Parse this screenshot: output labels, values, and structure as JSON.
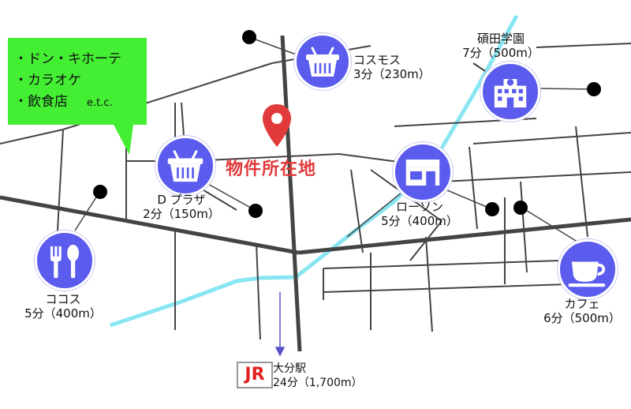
{
  "colors": {
    "road": "#444444",
    "river": "#88e6f2",
    "poi_circle": "#5b5bee",
    "property_pin": "#e23a3a",
    "callout": "#44ee33",
    "jr_text": "#e02020"
  },
  "property": {
    "label": "物件所在地",
    "icon": "map-pin-icon"
  },
  "callout": {
    "lines": [
      "・ドン・キホーテ",
      "・カラオケ",
      "・飲食店"
    ],
    "etc": "e.t.c."
  },
  "pois": {
    "cosmos": {
      "icon": "shopping-basket-icon",
      "name": "コスモス",
      "distance": "3分（230m）"
    },
    "dplaza": {
      "icon": "shopping-basket-icon",
      "name": "D プラザ",
      "distance": "2分（150m）"
    },
    "koko": {
      "icon": "fork-spoon-icon",
      "name": "ココス",
      "distance": "5分（400m）"
    },
    "lawson": {
      "icon": "convenience-store-icon",
      "name": "ローソン",
      "distance": "5分（400m）"
    },
    "school": {
      "icon": "school-building-icon",
      "name": "碩田学園",
      "distance": "7分（500m）"
    },
    "cafe": {
      "icon": "coffee-cup-icon",
      "name": "カフェ",
      "distance": "6分（500m）"
    }
  },
  "station": {
    "badge": "JR",
    "name": "大分駅",
    "distance": "24分（1,700m）"
  }
}
